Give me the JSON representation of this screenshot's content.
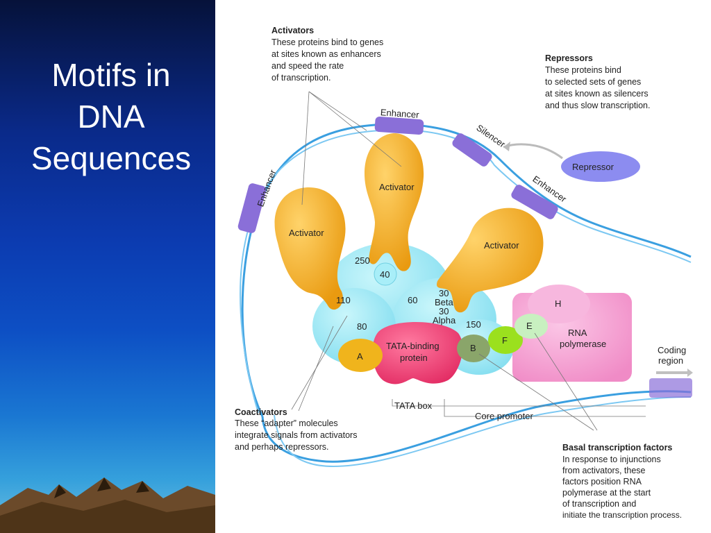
{
  "slide": {
    "title_lines": [
      "Motifs in",
      "DNA",
      "Sequences"
    ]
  },
  "diagram": {
    "activators_caption": {
      "heading": "Activators",
      "lines": [
        "These proteins bind to genes",
        "at sites known as enhancers",
        "and speed the rate",
        "of transcription."
      ]
    },
    "repressors_caption": {
      "heading": "Repressors",
      "lines": [
        "These proteins bind",
        "to selected sets of genes",
        "at sites known as silencers",
        "and thus slow transcription."
      ]
    },
    "coactivators_caption": {
      "heading": "Coactivators",
      "lines": [
        "These “adapter” molecules",
        "integrate signals from activators",
        "and perhaps repressors."
      ]
    },
    "basal_caption": {
      "heading": "Basal transcription factors",
      "lines": [
        "In response to injunctions",
        "from activators, these",
        "factors position RNA",
        "polymerase at the start",
        "of transcription and",
        "initiate the transcription process."
      ]
    },
    "labels": {
      "enhancer_top": "Enhancer",
      "enhancer_left": "Enhancer",
      "enhancer_right": "Enhancer",
      "silencer": "Silencer",
      "repressor": "Repressor",
      "activator_left": "Activator",
      "activator_mid": "Activator",
      "activator_right": "Activator",
      "tf_250": "250",
      "tf_40": "40",
      "tf_110": "110",
      "tf_60": "60",
      "tf_80": "80",
      "tf_30beta_a": "30",
      "tf_30beta_b": "Beta",
      "tf_30alpha_a": "30",
      "tf_30alpha_b": "Alpha",
      "tf_150": "150",
      "tf_a": "A",
      "tf_b": "B",
      "tf_f": "F",
      "tf_e": "E",
      "tf_h": "H",
      "tbp_a": "TATA-binding",
      "tbp_b": "protein",
      "rna_a": "RNA",
      "rna_b": "polymerase",
      "coding_a": "Coding",
      "coding_b": "region",
      "tata_box": "TATA box",
      "core_promoter": "Core promoter"
    },
    "colors": {
      "activator": "#f2a51e",
      "cyan_complex": "#8fe3f2",
      "tbp": "#ee3a73",
      "rna_polymerase": "#f49ad0",
      "repressor": "#8c8cf0",
      "dna": "#3a9fe0",
      "enhancer_band": "#8a6fd8"
    }
  }
}
